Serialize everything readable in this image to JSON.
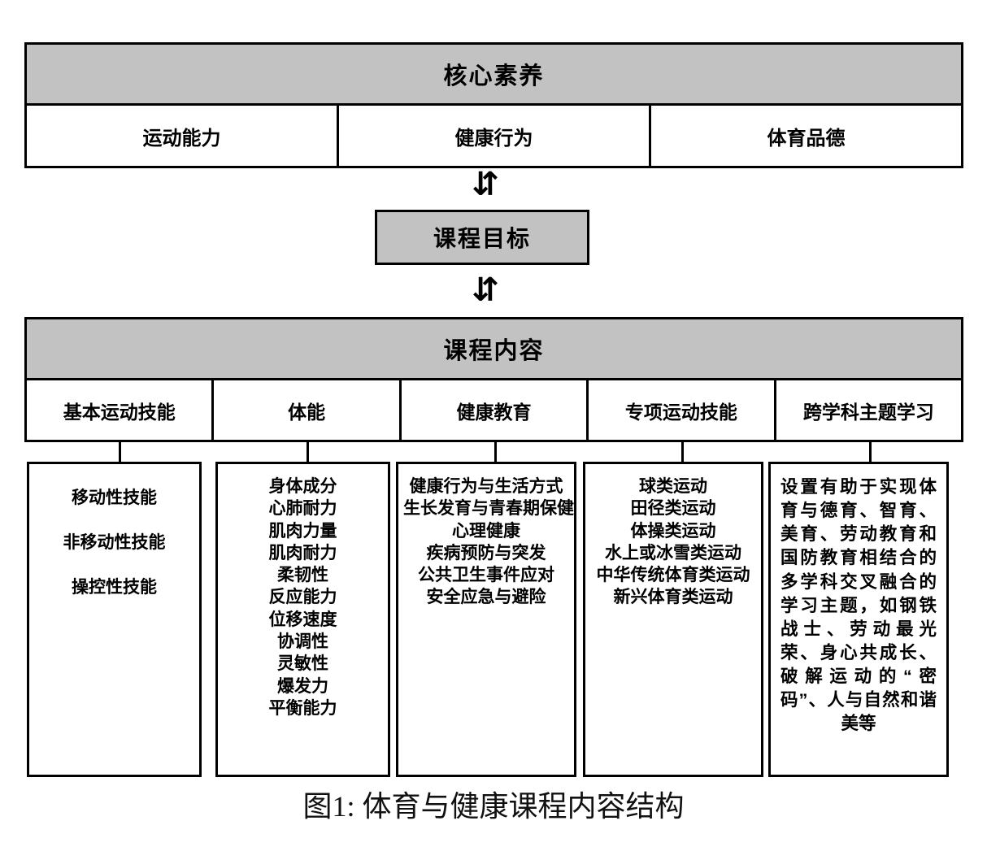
{
  "figure": {
    "caption": "图1: 体育与健康课程内容结构",
    "colors": {
      "header_fill": "#c2c2c2",
      "box_fill": "#ffffff",
      "line": "#000000"
    }
  },
  "core_literacy": {
    "title": "核心素养",
    "items": [
      {
        "label": "运动能力"
      },
      {
        "label": "健康行为"
      },
      {
        "label": "体育品德"
      }
    ]
  },
  "arrows": {
    "top": "⇵",
    "bottom": "⇵"
  },
  "objective": {
    "title": "课程目标"
  },
  "course_content": {
    "title": "课程内容",
    "columns": [
      {
        "header": "基本运动技能",
        "items": [
          "移动性技能",
          "非移动性技能",
          "操控性技能"
        ]
      },
      {
        "header": "体能",
        "items": [
          "身体成分",
          "心肺耐力",
          "肌肉力量",
          "肌肉耐力",
          "柔韧性",
          "反应能力",
          "位移速度",
          "协调性",
          "灵敏性",
          "爆发力",
          "平衡能力"
        ]
      },
      {
        "header": "健康教育",
        "items": [
          "健康行为与生活方式",
          "生长发育与青春期保健",
          "心理健康",
          "疾病预防与突发",
          "公共卫生事件应对",
          "安全应急与避险"
        ]
      },
      {
        "header": "专项运动技能",
        "items": [
          "球类运动",
          "田径类运动",
          "体操类运动",
          "水上或冰雪类运动",
          "中华传统体育类运动",
          "新兴体育类运动"
        ]
      },
      {
        "header": "跨学科主题学习",
        "paragraph": "设置有助于实现体育与德育、智育、美育、劳动教育和国防教育相结合的多学科交叉融合的学习主题，如钢铁战士、劳动最光荣、身心共成长、破解运动的“密码”、人与自然和谐美等"
      }
    ]
  }
}
